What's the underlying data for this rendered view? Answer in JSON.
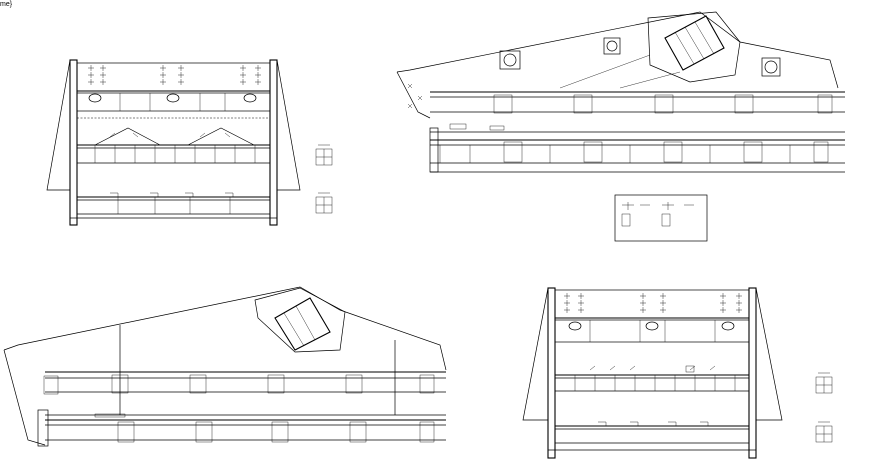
{
  "canvas": {
    "background": "#ffffff",
    "line_color": "#000000"
  },
  "corner_label": "me}",
  "views": [
    {
      "id": "end-view-top-left"
    },
    {
      "id": "side-elevation-top-right"
    },
    {
      "id": "detail-box"
    },
    {
      "id": "side-elevation-bottom-left"
    },
    {
      "id": "end-view-bottom-right"
    }
  ]
}
